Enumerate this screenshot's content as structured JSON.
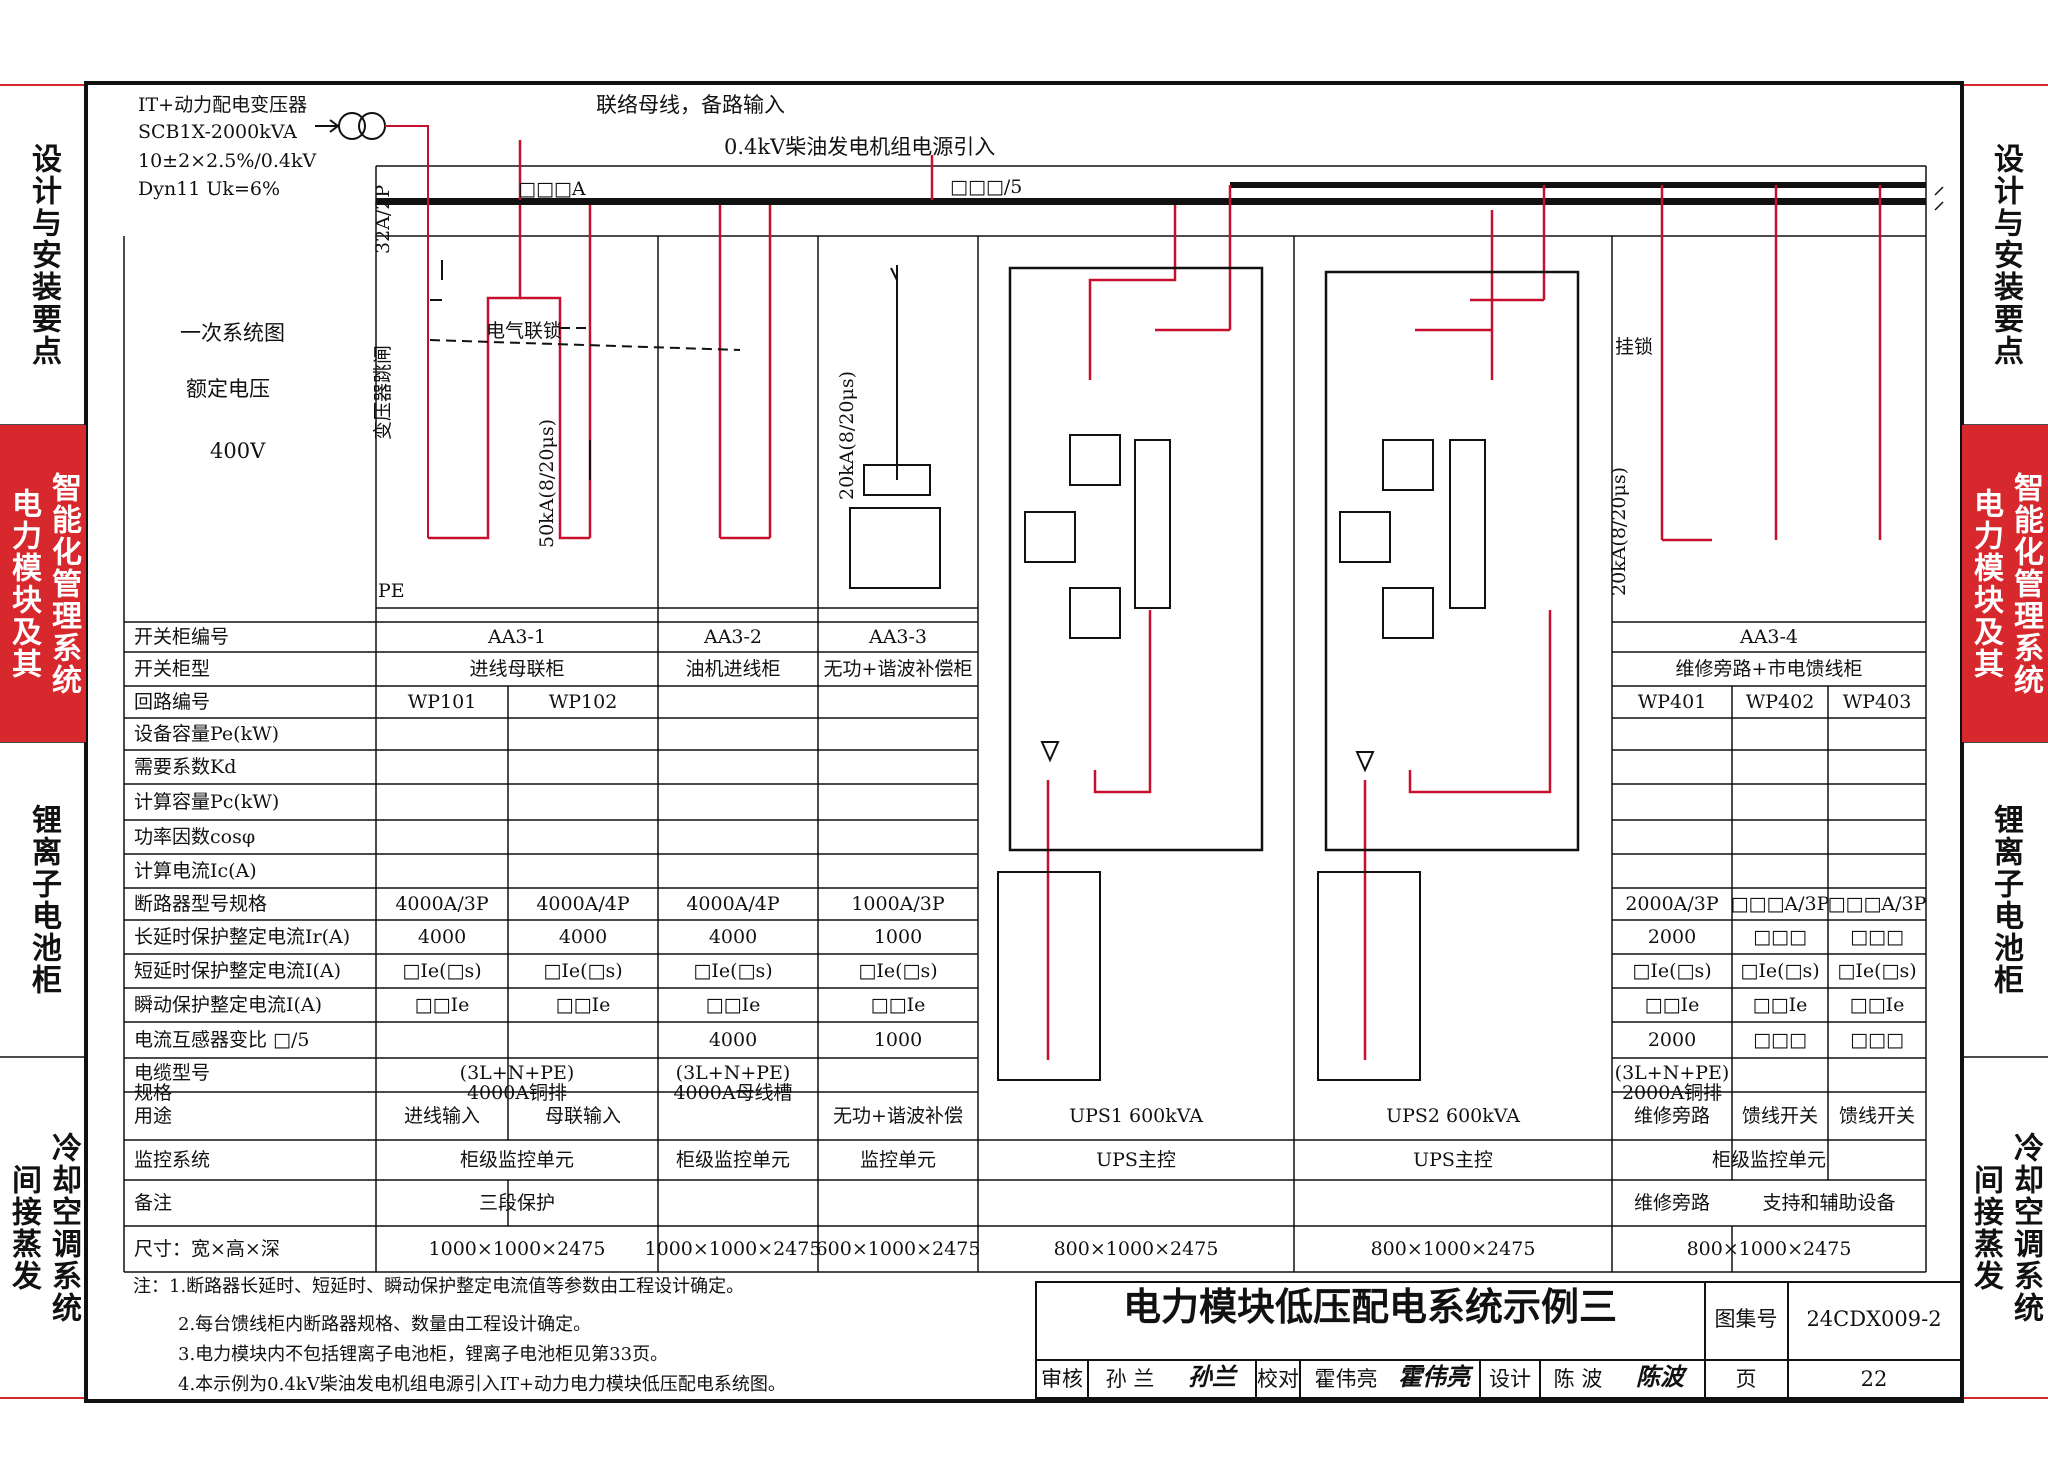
{
  "side_left": [
    {
      "text": "设计与安装要点",
      "style": "plain"
    },
    {
      "text": "智能化管理系统|电力模块及其",
      "style": "red"
    },
    {
      "text": "锂离子电池柜",
      "style": "plain"
    },
    {
      "text": "冷却空调系统|间接蒸发",
      "style": "plain"
    }
  ],
  "side_right": [
    {
      "text": "设计与安装要点",
      "style": "plain"
    },
    {
      "text": "智能化管理系统|电力模块及其",
      "style": "red"
    },
    {
      "text": "锂离子电池柜",
      "style": "plain"
    },
    {
      "text": "冷却空调系统|间接蒸发",
      "style": "plain"
    }
  ],
  "transformer": {
    "line1": "IT+动力配电变压器",
    "line2": "SCB1X-2000kVA",
    "line3": "10±2×2.5%/0.4kV",
    "line4": "Dyn11  Uk=6%"
  },
  "top_labels": {
    "tie_bus": "联络母线，备路输入",
    "generator": "0.4kV柴油发电机组电源引入",
    "bus_current": "□□□A",
    "ct_ratio": "□□□/5"
  },
  "diagram_labels": {
    "primary": "一次系统图",
    "rated_voltage_label": "额定电压",
    "rated_voltage": "400V",
    "mcb": "32A/2P",
    "trip": "变压器跳闸",
    "interlock": "电气联锁",
    "spd1": "50kA(8/20μs)",
    "spd2": "20kA(8/20μs)",
    "spd3": "20kA(8/20μs)",
    "lock": "挂锁",
    "pe": "PE"
  },
  "row_headers": [
    "开关柜编号",
    "开关柜型",
    "回路编号",
    "设备容量Pe(kW)",
    "需要系数Kd",
    "计算容量Pc(kW)",
    "功率因数cosφ",
    "计算电流Ic(A)",
    "断路器型号规格",
    "长延时保护整定电流Ir(A)",
    "短延时保护整定电流I(A)",
    "瞬动保护整定电流I(A)",
    "电流互感器变比  □/5",
    "电缆型号|规格",
    "用途",
    "监控系统",
    "备注",
    "尺寸：宽×高×深"
  ],
  "cells": {
    "aa31": "AA3-1",
    "aa32": "AA3-2",
    "aa33": "AA3-3",
    "aa34": "AA3-4",
    "t1": "进线母联柜",
    "t2": "油机进线柜",
    "t3": "无功+谐波补偿柜",
    "t4": "维修旁路+市电馈线柜",
    "wp101": "WP101",
    "wp102": "WP102",
    "wp401": "WP401",
    "wp402": "WP402",
    "wp403": "WP403",
    "br1": "4000A/3P",
    "br2": "4000A/4P",
    "br3": "4000A/4P",
    "br4": "1000A/3P",
    "br5": "2000A/3P",
    "br6": "□□□A/3P",
    "br7": "□□□A/3P",
    "ir1": "4000",
    "ir2": "4000",
    "ir3": "4000",
    "ir4": "1000",
    "ir5": "2000",
    "ir6": "□□□",
    "ir7": "□□□",
    "sd": "□Ie(□s)",
    "inst": "□□Ie",
    "ct3": "4000",
    "ct4": "1000",
    "ct5": "2000",
    "ct6": "□□□",
    "ct7": "□□□",
    "cab1a": "(3L+N+PE)",
    "cab1b": "4000A铜排",
    "cab2a": "(3L+N+PE)",
    "cab2b": "4000A母线槽",
    "cab5a": "(3L+N+PE)",
    "cab5b": "2000A铜排",
    "u1": "进线输入",
    "u2": "母联输入",
    "u4": "无功+谐波补偿",
    "ups1": "UPS1 600kVA",
    "ups2": "UPS2 600kVA",
    "u5": "维修旁路",
    "u6": "馈线开关",
    "u7": "馈线开关",
    "m1": "柜级监控单元",
    "m2": "柜级监控单元",
    "m3": "监控单元",
    "m4": "UPS主控",
    "m5": "UPS主控",
    "m6": "柜级监控单元",
    "n1": "三段保护",
    "n5": "维修旁路",
    "n6": "支持和辅助设备",
    "s1": "1000×1000×2475",
    "s2": "1000×1000×2475",
    "s3": "600×1000×2475",
    "s4": "800×1000×2475",
    "s5": "800×1000×2475",
    "s6": "800×1000×2475"
  },
  "notes": [
    "注：1.断路器长延时、短延时、瞬动保护整定电流值等参数由工程设计确定。",
    "2.每台馈线柜内断路器规格、数量由工程设计确定。",
    "3.电力模块内不包括锂离子电池柜，锂离子电池柜见第33页。",
    "4.本示例为0.4kV柴油发电机组电源引入IT+动力电力模块低压配电系统图。"
  ],
  "title_block": {
    "title": "电力模块低压配电系统示例三",
    "atlas_label": "图集号",
    "atlas_no": "24CDX009-2",
    "review": "审核",
    "reviewer": "孙 兰",
    "reviewer_sig": "孙兰",
    "check": "校对",
    "checker": "霍伟亮",
    "checker_sig": "霍伟亮",
    "design": "设计",
    "designer": "陈 波",
    "designer_sig": "陈波",
    "page_label": "页",
    "page_no": "22"
  },
  "colors": {
    "red": "#d7282e",
    "line": "#111111",
    "circuit": "#c8102e"
  }
}
